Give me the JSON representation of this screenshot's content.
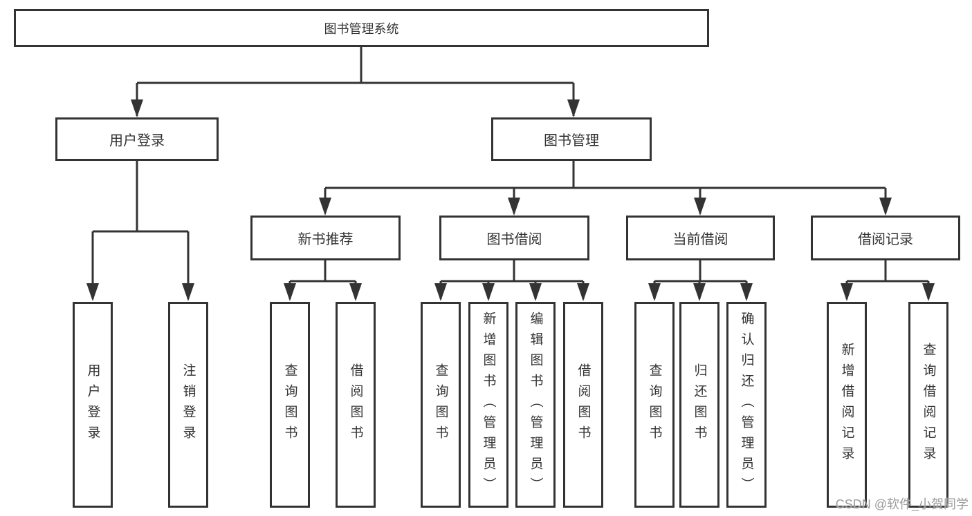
{
  "colors": {
    "line": "#333333",
    "box_border": "#333333",
    "text": "#333333",
    "background": "#ffffff",
    "watermark": "#9b9b9b"
  },
  "watermark": {
    "text": "CSDN @软件_小贺同学"
  },
  "tree": {
    "label": "图书管理系统",
    "children": [
      {
        "label": "用户登录",
        "children": [
          {
            "label": "用户登录"
          },
          {
            "label": "注销登录"
          }
        ]
      },
      {
        "label": "图书管理",
        "children": [
          {
            "label": "新书推荐",
            "children": [
              {
                "label": "查询图书"
              },
              {
                "label": "借阅图书"
              }
            ]
          },
          {
            "label": "图书借阅",
            "children": [
              {
                "label": "查询图书"
              },
              {
                "label": "新增图书（管理员）"
              },
              {
                "label": "编辑图书（管理员）"
              },
              {
                "label": "借阅图书"
              }
            ]
          },
          {
            "label": "当前借阅",
            "children": [
              {
                "label": "查询图书"
              },
              {
                "label": "归还图书"
              },
              {
                "label": "确认归还（管理员）"
              }
            ]
          },
          {
            "label": "借阅记录",
            "children": [
              {
                "label": "新增借阅记录"
              },
              {
                "label": "查询借阅记录"
              }
            ]
          }
        ]
      }
    ]
  }
}
